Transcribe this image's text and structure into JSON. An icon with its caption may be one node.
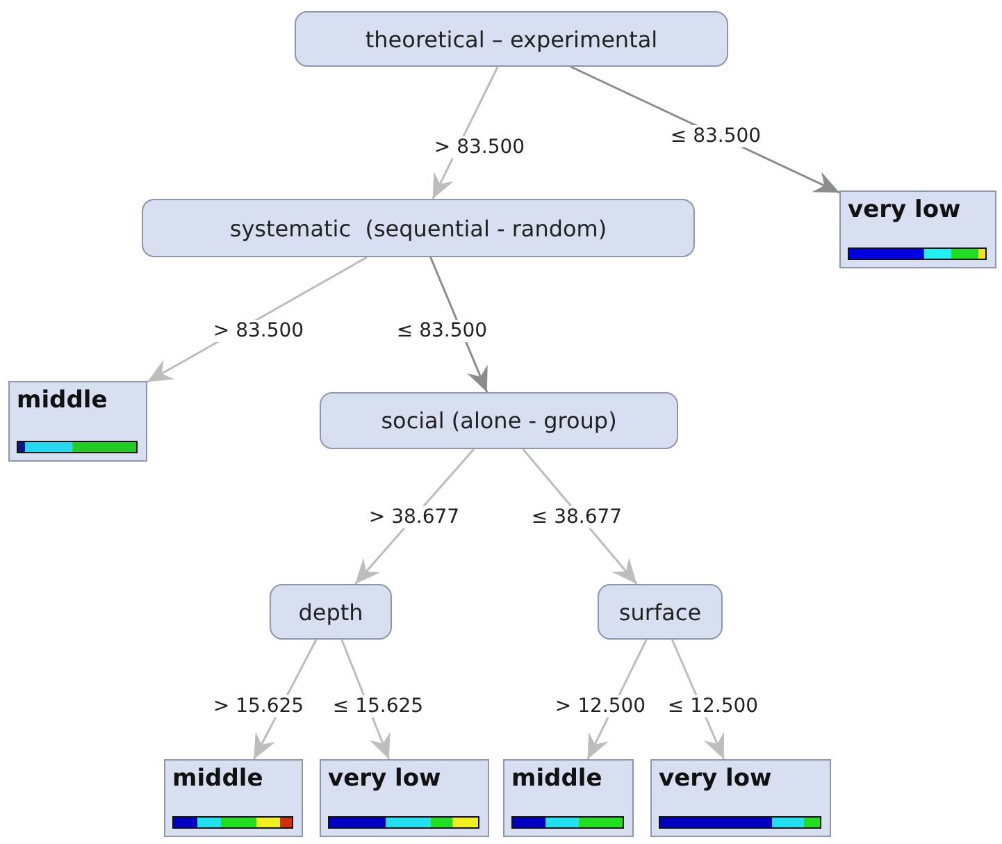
{
  "diagram": {
    "nodes": [
      {
        "text": [
          "theoretical – experimental"
        ]
      },
      {
        "text": [
          "very low"
        ]
      },
      {
        "text": [
          "systematic  (sequential - random)"
        ]
      },
      {
        "text": [
          "middle"
        ]
      },
      {
        "text": [
          "social (alone - group)"
        ]
      },
      {
        "text": [
          "depth"
        ]
      },
      {
        "text": [
          "surface"
        ]
      },
      {
        "text": [
          "middle"
        ]
      },
      {
        "text": [
          "very low"
        ]
      },
      {
        "text": [
          "middle"
        ]
      },
      {
        "text": [
          "very low"
        ]
      }
    ],
    "edges": [
      {
        "from": 0,
        "to": 2,
        "arrow": "to",
        "label": "> 83.500"
      },
      {
        "from": 0,
        "to": 1,
        "arrow": "to",
        "label": "≤ 83.500",
        "color": "#8c8c8c"
      },
      {
        "from": 2,
        "to": 3,
        "arrow": "to",
        "label": "> 83.500"
      },
      {
        "from": 2,
        "to": 4,
        "arrow": "to",
        "label": "≤ 83.500",
        "color": "#8c8c8c"
      },
      {
        "from": 4,
        "to": 5,
        "arrow": "to",
        "label": "> 38.677"
      },
      {
        "from": 4,
        "to": 6,
        "arrow": "to",
        "label": "≤ 38.677"
      },
      {
        "from": 5,
        "to": 7,
        "arrow": "to",
        "label": "> 15.625"
      },
      {
        "from": 5,
        "to": 8,
        "arrow": "to",
        "label": "≤ 15.625"
      },
      {
        "from": 6,
        "to": 9,
        "arrow": "to",
        "label": "> 12.500"
      },
      {
        "from": 6,
        "to": 10,
        "arrow": "to",
        "label": "≤ 12.500"
      }
    ]
  }
}
